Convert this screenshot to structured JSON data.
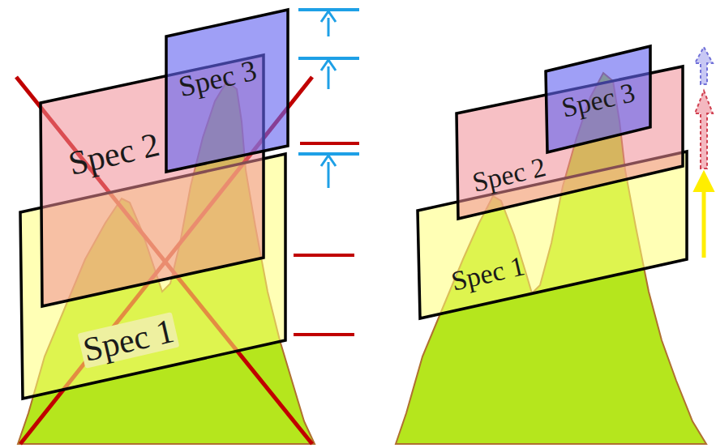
{
  "diagram": {
    "nodes": [
      {
        "text": [
          "Spec 3"
        ]
      },
      {
        "text": [
          "Spec 2"
        ]
      },
      {
        "text": [
          "Spec 1"
        ]
      },
      {
        "text": [
          "Spec 3"
        ]
      },
      {
        "text": [
          "Spec 2"
        ]
      },
      {
        "text": [
          "Spec 1"
        ]
      }
    ]
  }
}
